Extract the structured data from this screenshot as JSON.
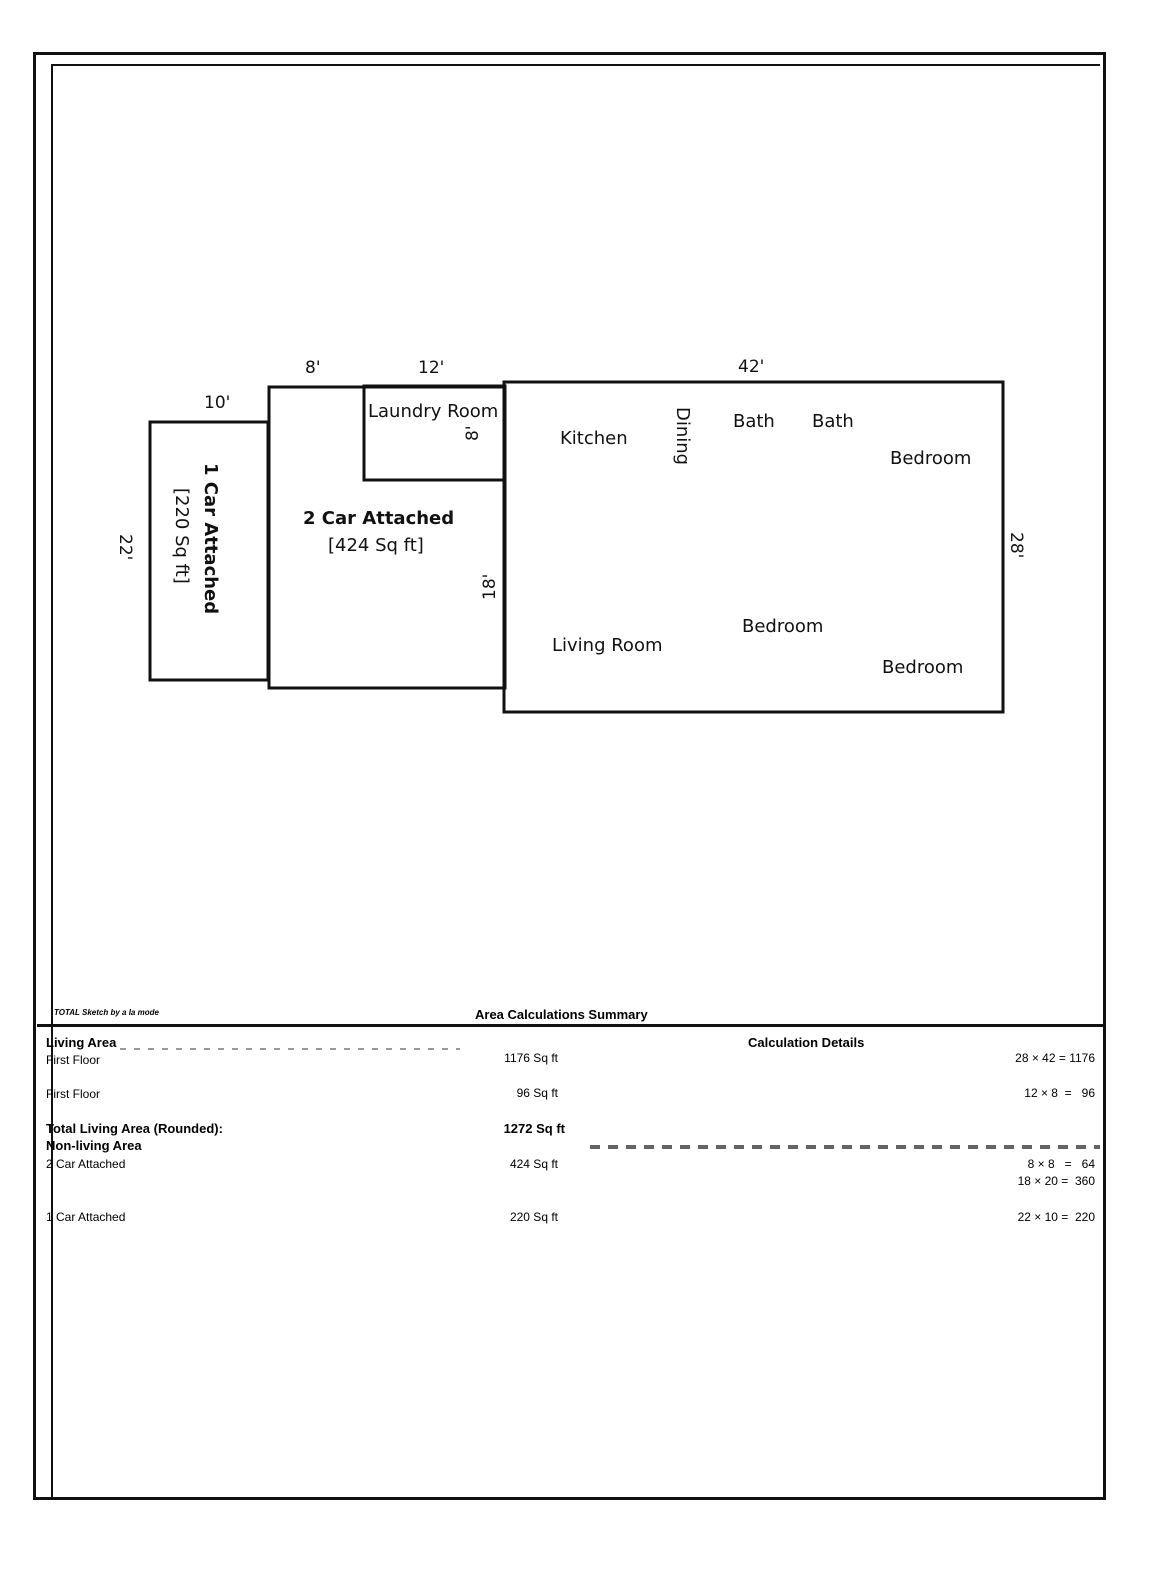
{
  "sketch": {
    "rooms": {
      "one_car_title": "1 Car Attached",
      "one_car_area": "[220 Sq ft]",
      "two_car_title": "2 Car Attached",
      "two_car_area": "[424 Sq ft]",
      "laundry": "Laundry Room",
      "kitchen": "Kitchen",
      "dining": "Dining",
      "bath1": "Bath",
      "bath2": "Bath",
      "bedroom1": "Bedroom",
      "living": "Living Room",
      "bedroom2": "Bedroom",
      "bedroom3": "Bedroom"
    },
    "dimensions": {
      "d10": "10'",
      "d8_top": "8'",
      "d12": "12'",
      "d42": "42'",
      "d22": "22'",
      "d8_side": "8'",
      "d18": "18'",
      "d28": "28'"
    }
  },
  "footer": {
    "credit": "TOTAL Sketch by a la mode",
    "summary_title": "Area Calculations Summary",
    "details_title": "Calculation Details"
  },
  "living": {
    "header": "Living Area",
    "rows": [
      {
        "label": "First Floor",
        "area": "1176 Sq ft",
        "calc": "28 × 42 = 1176"
      },
      {
        "label": "First Floor",
        "area": "96 Sq ft",
        "calc": "12 × 8  =   96"
      }
    ],
    "total_label": "Total Living Area (Rounded):",
    "total_value": "1272 Sq ft"
  },
  "nonliving": {
    "header": "Non-living Area",
    "rows": [
      {
        "label": "2 Car Attached",
        "area": "424 Sq ft",
        "calc1": "8 × 8   =   64",
        "calc2": "18 × 20 =  360"
      },
      {
        "label": "1 Car Attached",
        "area": "220 Sq ft",
        "calc1": "22 × 10 =  220"
      }
    ]
  }
}
